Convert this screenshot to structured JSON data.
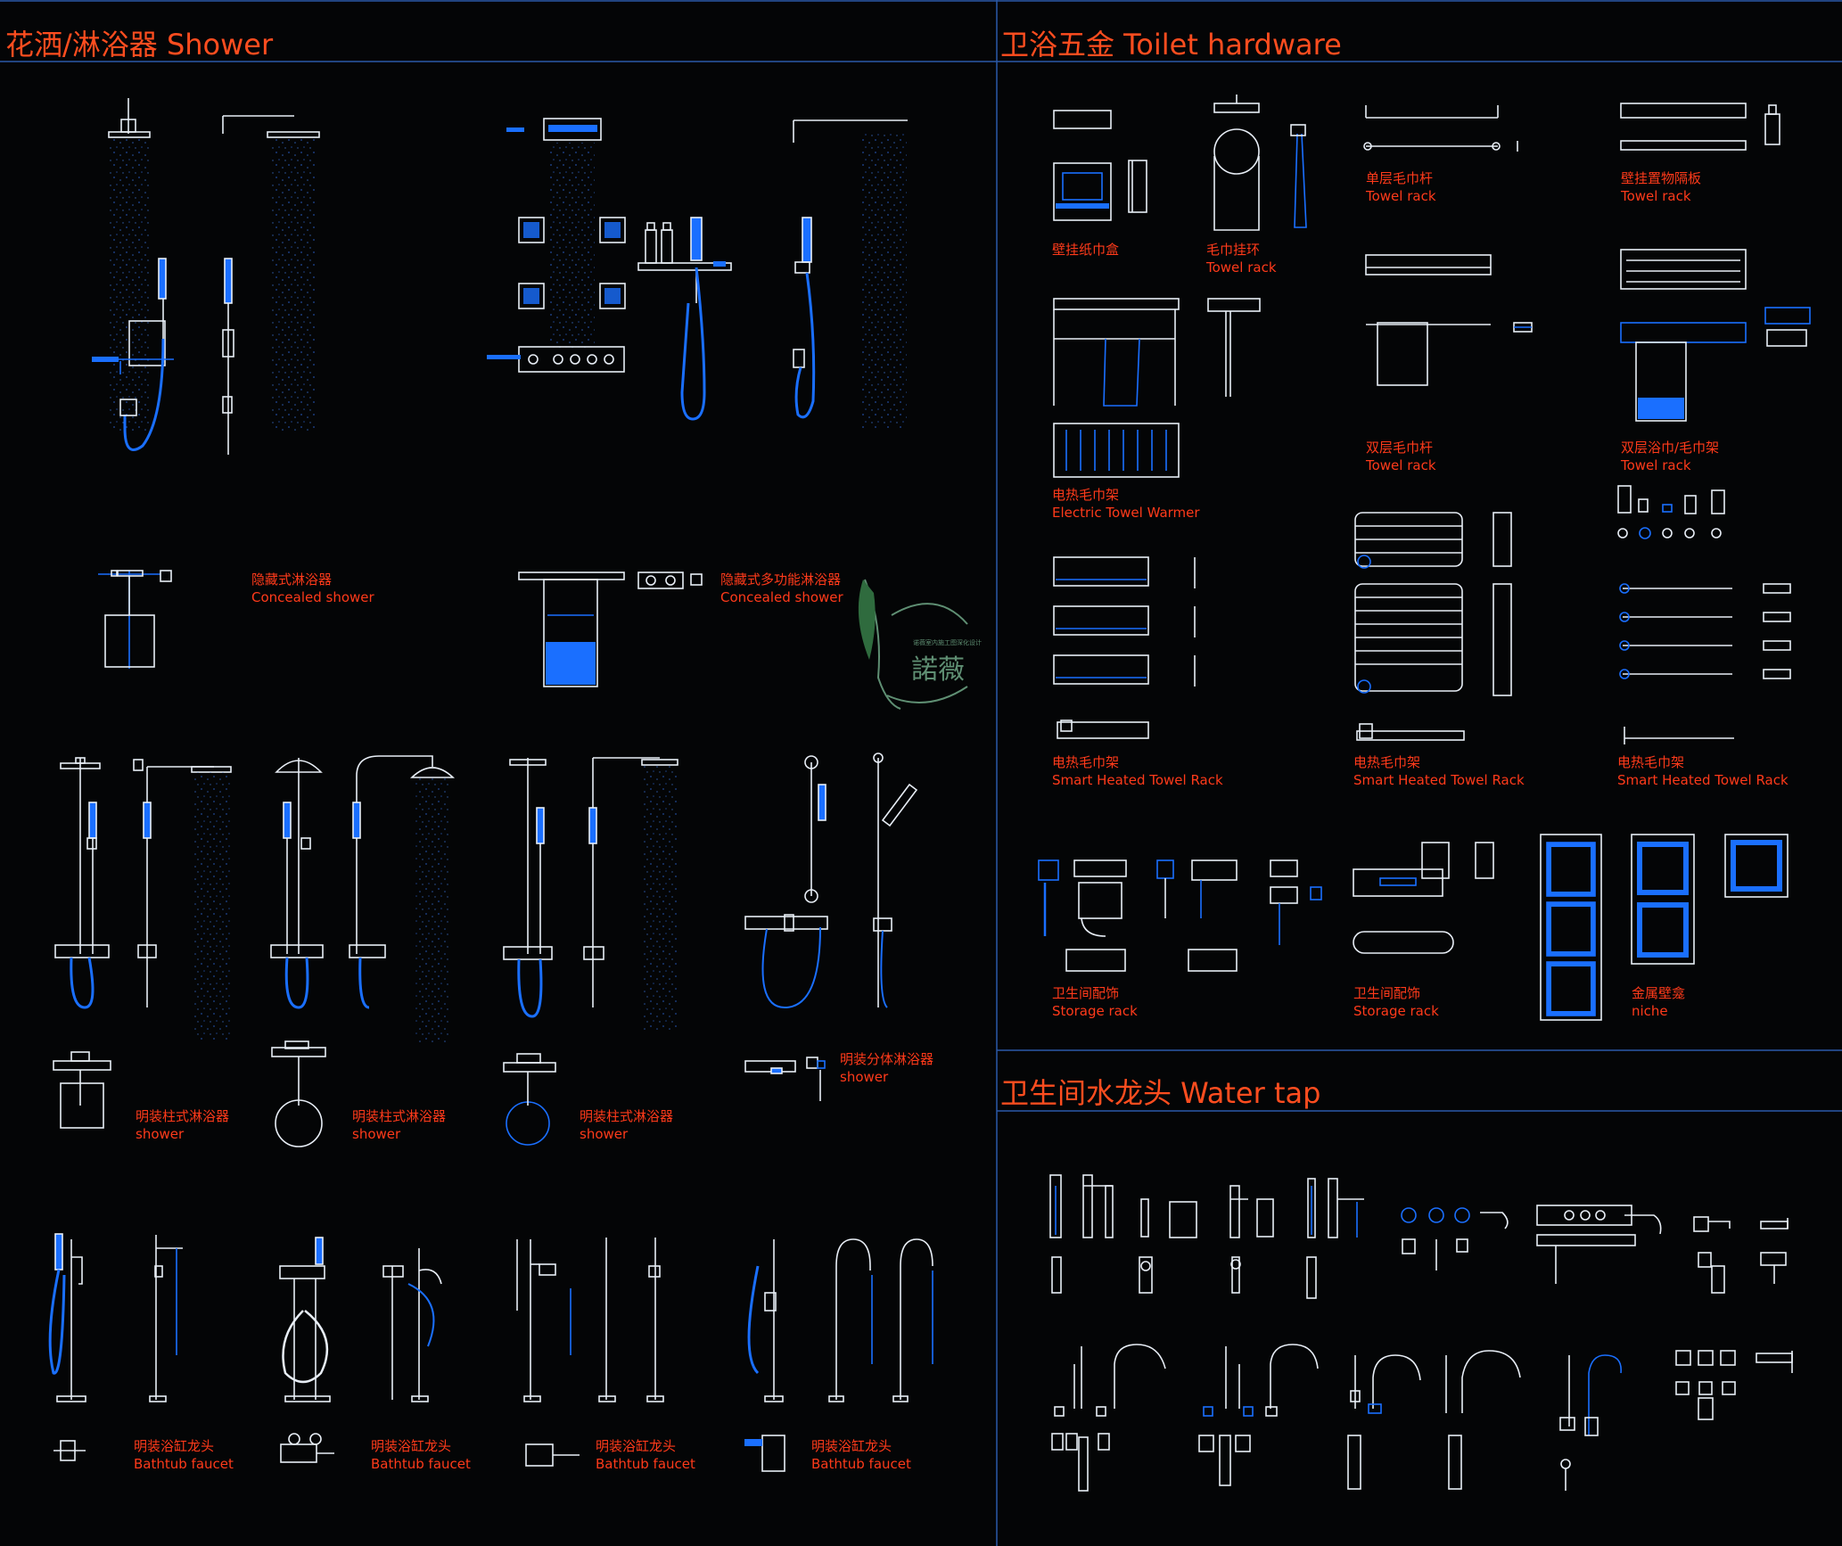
{
  "sections": {
    "shower": {
      "title": "花洒/淋浴器 Shower"
    },
    "toilet": {
      "title": "卫浴五金 Toilet hardware"
    },
    "tap": {
      "title": "卫生间水龙头 Water tap"
    }
  },
  "labels": {
    "concealed1": {
      "cn": "隐藏式淋浴器",
      "en": "Concealed shower"
    },
    "concealed2": {
      "cn": "隐藏式多功能淋浴器",
      "en": "Concealed shower"
    },
    "column1": {
      "cn": "明装柱式淋浴器",
      "en": "shower"
    },
    "column2": {
      "cn": "明装柱式淋浴器",
      "en": "shower"
    },
    "column3": {
      "cn": "明装柱式淋浴器",
      "en": "shower"
    },
    "split": {
      "cn": "明装分体淋浴器",
      "en": "shower"
    },
    "bath1": {
      "cn": "明装浴缸龙头",
      "en": "Bathtub faucet"
    },
    "bath2": {
      "cn": "明装浴缸龙头",
      "en": "Bathtub faucet"
    },
    "bath3": {
      "cn": "明装浴缸龙头",
      "en": "Bathtub faucet"
    },
    "bath4": {
      "cn": "明装浴缸龙头",
      "en": "Bathtub faucet"
    },
    "tissue": {
      "cn": "壁挂纸巾盒",
      "en": ""
    },
    "ring": {
      "cn": "毛巾挂环",
      "en": "Towel rack"
    },
    "single": {
      "cn": "单层毛巾杆",
      "en": "Towel rack"
    },
    "shelf": {
      "cn": "壁挂置物隔板",
      "en": "Towel rack"
    },
    "double": {
      "cn": "双层毛巾杆",
      "en": "Towel rack"
    },
    "doubleBath": {
      "cn": "双层浴巾/毛巾架",
      "en": "Towel rack"
    },
    "warmer": {
      "cn": "电热毛巾架",
      "en": "Electric Towel Warmer"
    },
    "smart1": {
      "cn": "电热毛巾架",
      "en": "Smart Heated Towel Rack"
    },
    "smart2": {
      "cn": "电热毛巾架",
      "en": "Smart Heated Towel Rack"
    },
    "smart3": {
      "cn": "电热毛巾架",
      "en": "Smart Heated Towel Rack"
    },
    "storage1": {
      "cn": "卫生间配饰",
      "en": "Storage rack"
    },
    "storage2": {
      "cn": "卫生间配饰",
      "en": "Storage rack"
    },
    "niche": {
      "cn": "金属壁龛",
      "en": "niche"
    }
  },
  "watermark": {
    "text": "諾薇",
    "small": "诺薇室内施工图深化设计"
  },
  "colors": {
    "background": "#040506",
    "line": "#e8eef6",
    "blue": "#1a6fff",
    "label": "#ff3a1a",
    "header": "#ff4d1f",
    "divider": "#2b5aa8"
  }
}
